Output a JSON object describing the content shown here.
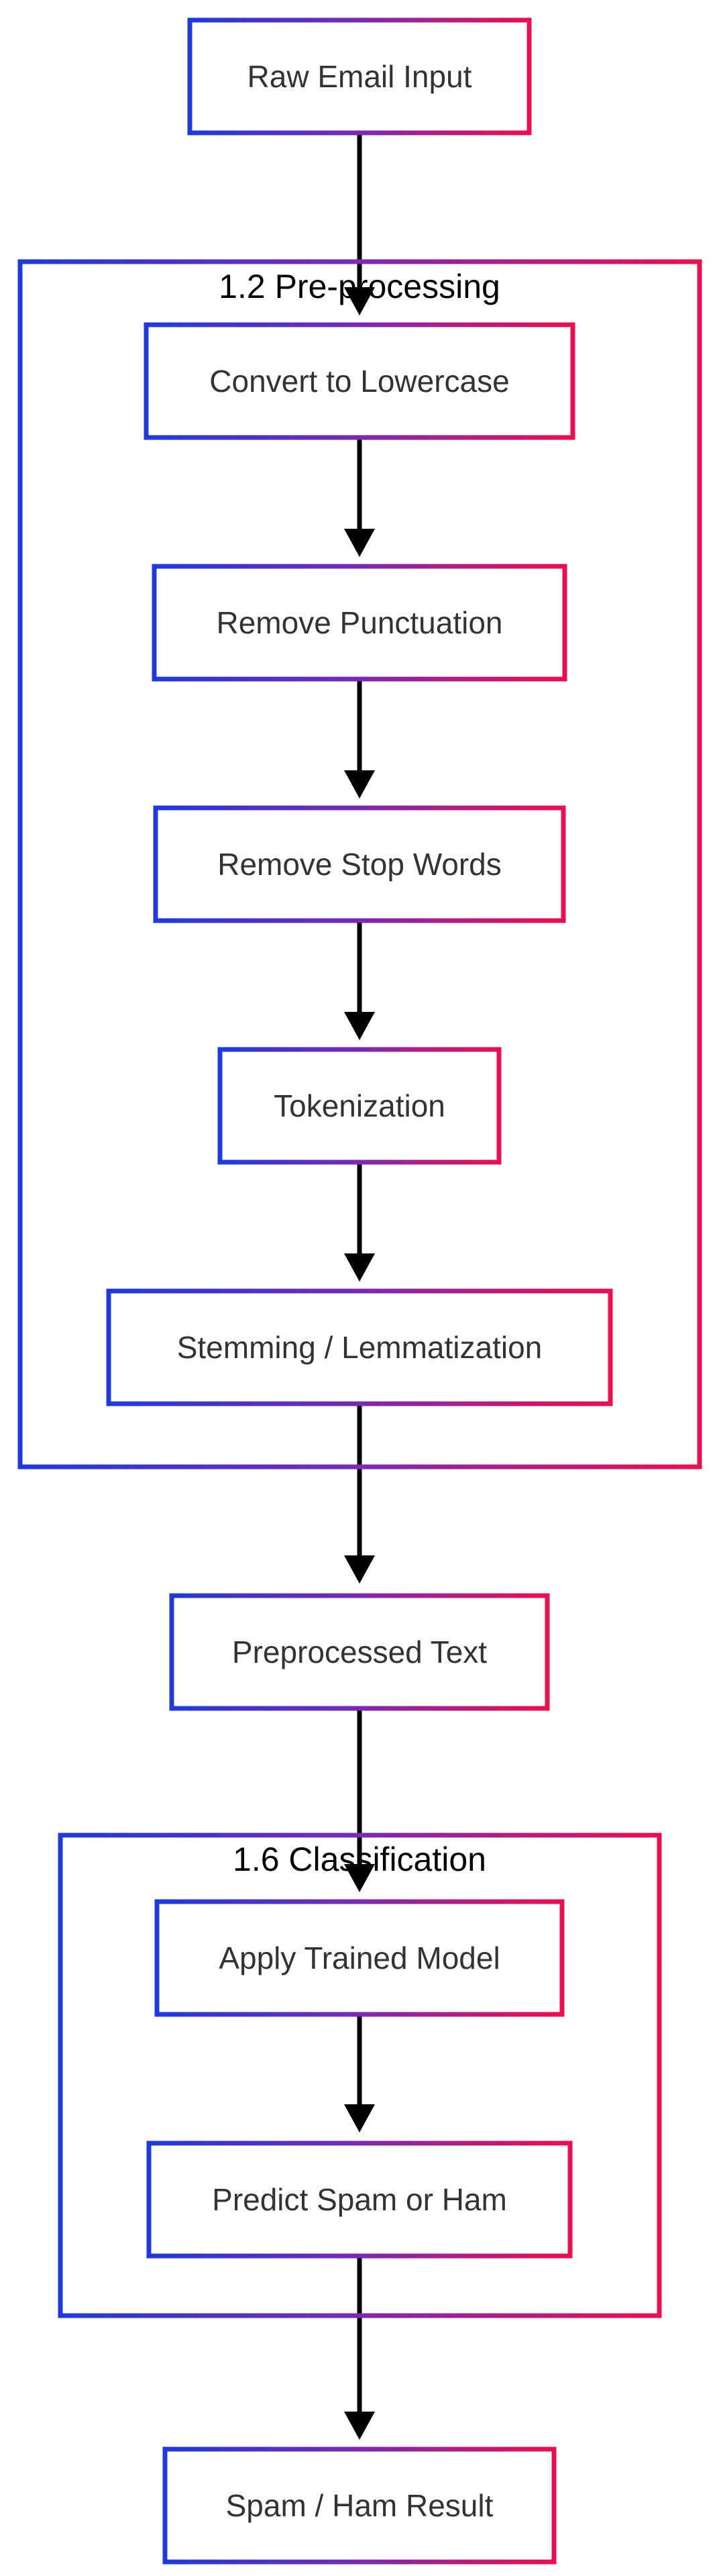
{
  "diagram": {
    "colors": {
      "gradient_start": "#1f3ad9",
      "gradient_mid": "#7a2bb0",
      "gradient_end": "#e8104f",
      "arrow": "#000000",
      "node_fill": "#ffffff",
      "text": "#333333"
    },
    "groups": {
      "preprocessing": {
        "label": "1.2 Pre-processing"
      },
      "classification": {
        "label": "1.6 Classification"
      }
    },
    "nodes": {
      "raw_email_input": {
        "label": "Raw Email Input"
      },
      "convert_lowercase": {
        "label": "Convert to Lowercase"
      },
      "remove_punctuation": {
        "label": "Remove Punctuation"
      },
      "remove_stop_words": {
        "label": "Remove Stop Words"
      },
      "tokenization": {
        "label": "Tokenization"
      },
      "stemming_lemmatization": {
        "label": "Stemming / Lemmatization"
      },
      "preprocessed_text": {
        "label": "Preprocessed Text"
      },
      "apply_trained_model": {
        "label": "Apply Trained Model"
      },
      "predict_spam_ham": {
        "label": "Predict Spam or Ham"
      },
      "spam_ham_result": {
        "label": "Spam / Ham Result"
      }
    }
  }
}
